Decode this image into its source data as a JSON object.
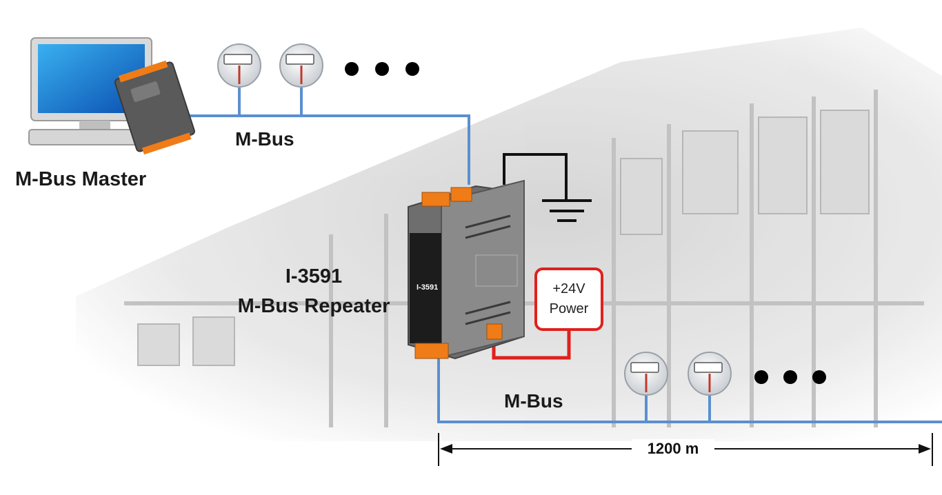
{
  "labels": {
    "master": "M-Bus Master",
    "bus_top": "M-Bus",
    "bus_bottom": "M-Bus",
    "repeater_model": "I-3591",
    "repeater_name": "M-Bus Repeater",
    "power_line1": "+24V",
    "power_line2": "Power",
    "distance": "1200 m",
    "device_panel_model": "I-3591"
  },
  "colors": {
    "bus_line": "#5b8fd0",
    "power_wire": "#e0201d",
    "ground_wire": "#111111",
    "device_body": "#6e6e6e",
    "device_terminals": "#f07c18"
  },
  "icons": {
    "master": "computer-with-controller-icon",
    "meter": "meter-icon",
    "ground": "ground-symbol-icon",
    "ellipsis": "ellipsis-dots"
  }
}
